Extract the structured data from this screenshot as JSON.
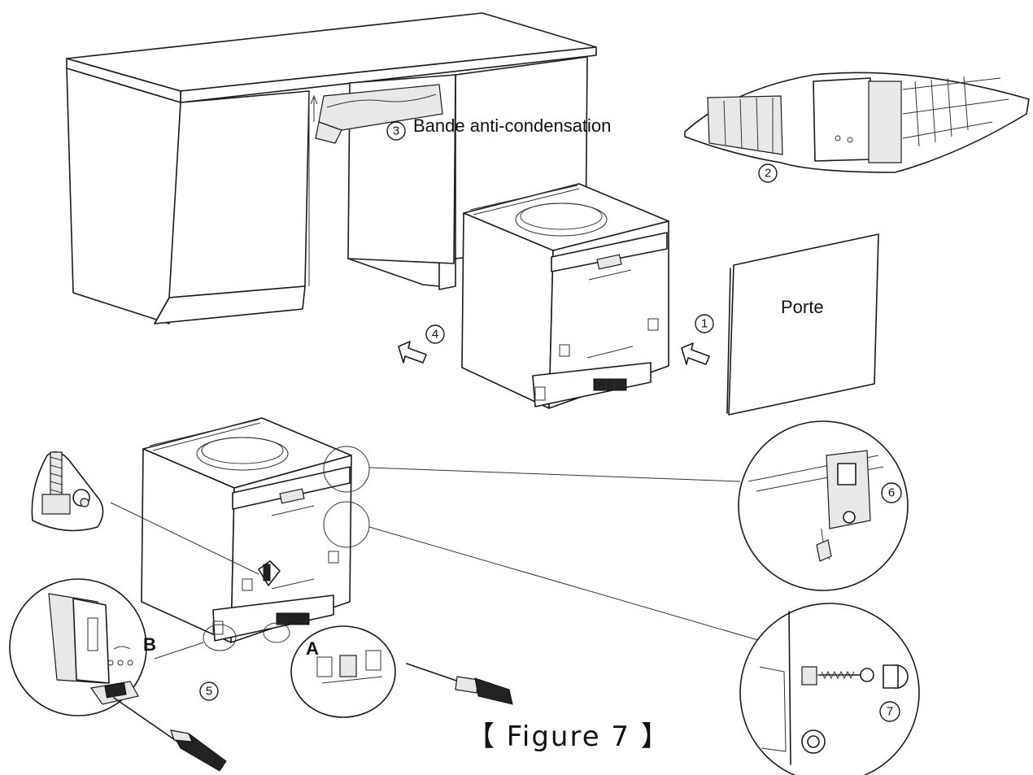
{
  "labels": {
    "anti_condensation": "Bande anti-condensation",
    "door": "Porte",
    "figure_caption": "【 Figure 7 】",
    "detail_a": "A",
    "detail_b": "B"
  },
  "steps": {
    "s1": "1",
    "s2": "2",
    "s3": "3",
    "s4": "4",
    "s5": "5",
    "s6": "6",
    "s7": "7"
  }
}
